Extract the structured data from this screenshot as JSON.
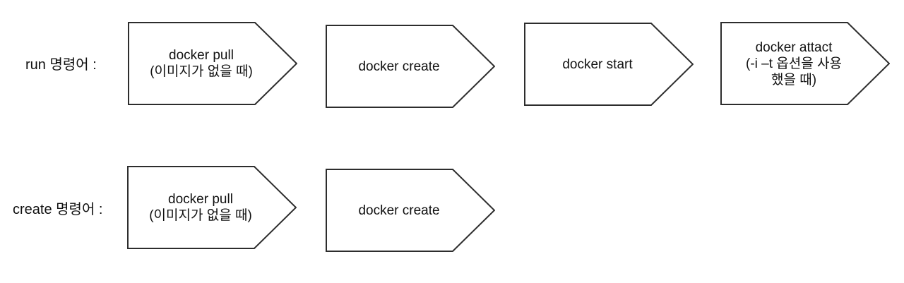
{
  "diagram": {
    "rows": [
      {
        "label": "run 명령어 :",
        "steps": [
          {
            "lines": [
              "docker pull",
              "(이미지가 없을 때)"
            ]
          },
          {
            "lines": [
              "docker create"
            ]
          },
          {
            "lines": [
              "docker start"
            ]
          },
          {
            "lines": [
              "docker attact",
              "(-i –t 옵션을 사용",
              "했을 때)"
            ]
          }
        ]
      },
      {
        "label": "create 명령어 :",
        "steps": [
          {
            "lines": [
              "docker pull",
              "(이미지가 없을 때)"
            ]
          },
          {
            "lines": [
              "docker create"
            ]
          }
        ]
      }
    ],
    "colors": {
      "outline": "#2d2d2d",
      "text": "#111111",
      "background": "#ffffff"
    }
  }
}
